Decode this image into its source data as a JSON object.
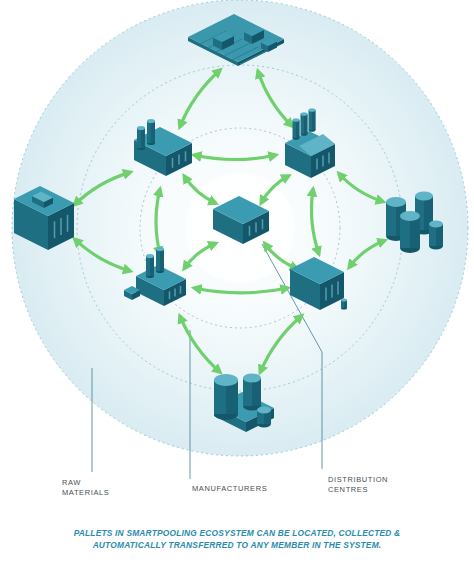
{
  "diagram": {
    "caption": "PALLETS IN SMARTPOOLING ECOSYSTEM CAN BE LOCATED, COLLECTED & AUTOMATICALLY TRANSFERRED TO ANY MEMBER IN THE SYSTEM.",
    "labels": [
      "RAW MATERIALS",
      "MANUFACTURERS",
      "DISTRIBUTION CENTRES"
    ]
  }
}
